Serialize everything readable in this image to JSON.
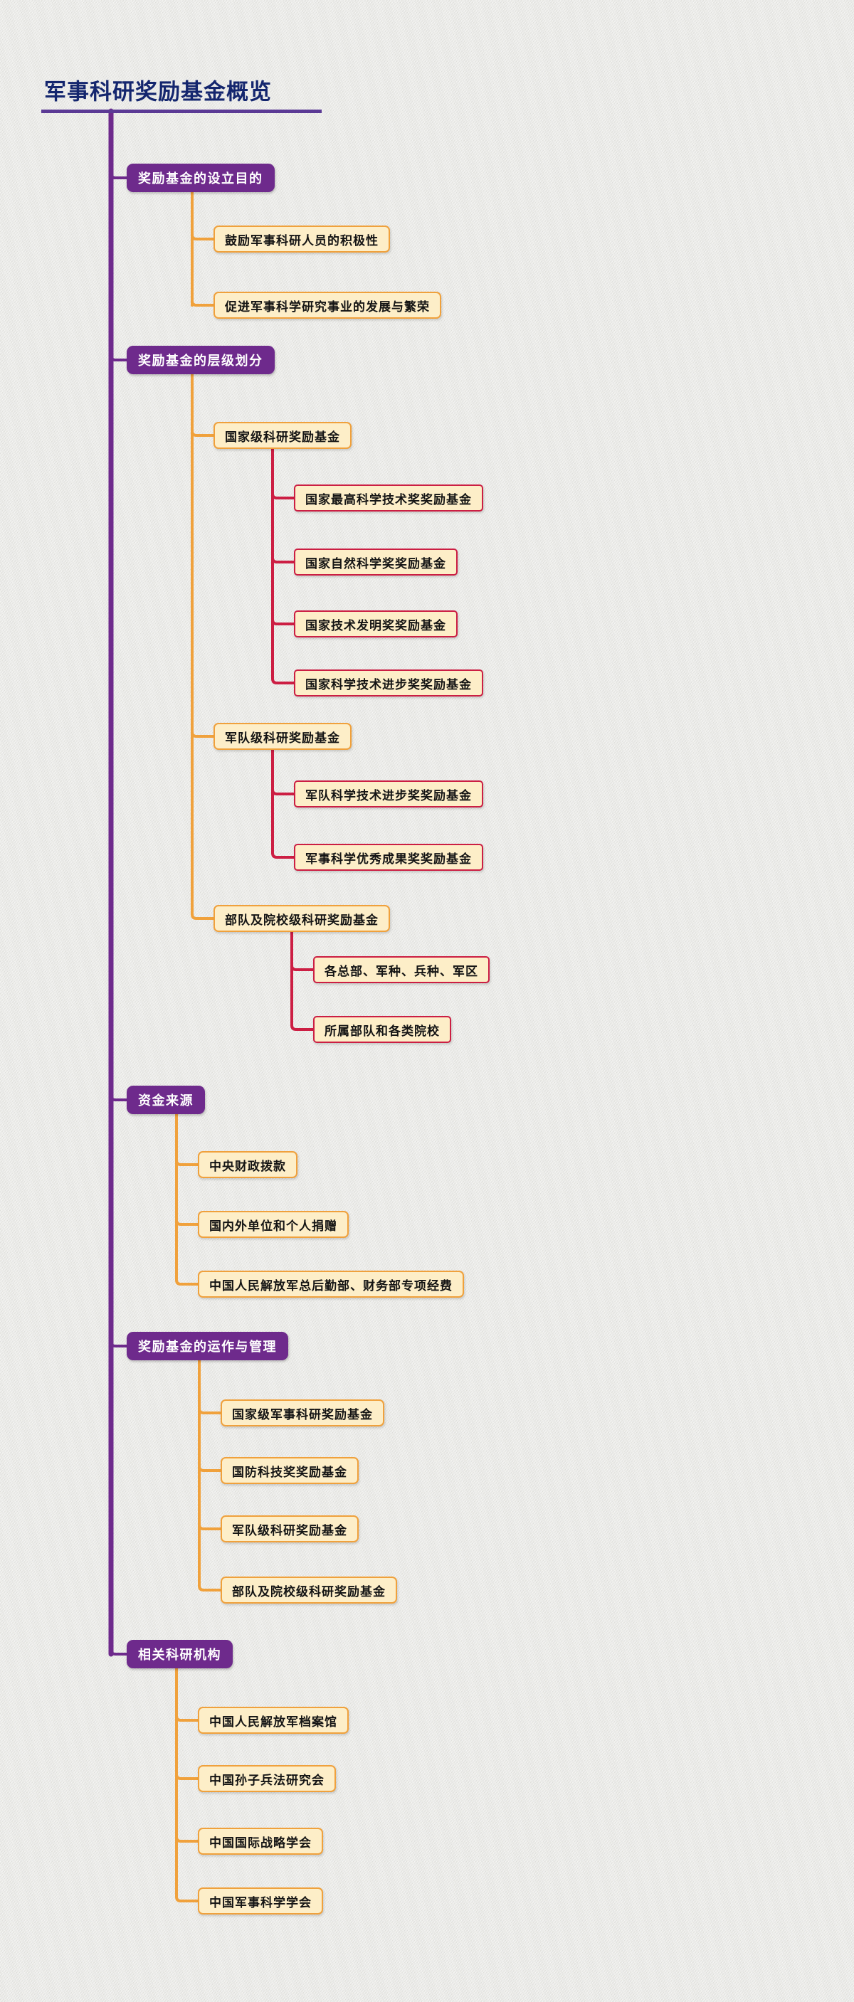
{
  "theme": {
    "background": "#e8e8e4",
    "title_color": "#14266e",
    "level1_fill": "#6e2a8c",
    "level1_text": "#ffffff",
    "level2_fill": "#fdeec8",
    "level2_border": "#f0a13c",
    "level3_fill": "#fdeec8",
    "level3_border": "#cc1e43",
    "trunk_color": "#6e2a8c"
  },
  "root": {
    "title": "军事科研奖励基金概览"
  },
  "branches": [
    {
      "label": "奖励基金的设立目的",
      "children": [
        {
          "label": "鼓励军事科研人员的积极性"
        },
        {
          "label": "促进军事科学研究事业的发展与繁荣"
        }
      ]
    },
    {
      "label": "奖励基金的层级划分",
      "children": [
        {
          "label": "国家级科研奖励基金",
          "children": [
            {
              "label": "国家最高科学技术奖奖励基金"
            },
            {
              "label": "国家自然科学奖奖励基金"
            },
            {
              "label": "国家技术发明奖奖励基金"
            },
            {
              "label": "国家科学技术进步奖奖励基金"
            }
          ]
        },
        {
          "label": "军队级科研奖励基金",
          "children": [
            {
              "label": "军队科学技术进步奖奖励基金"
            },
            {
              "label": "军事科学优秀成果奖奖励基金"
            }
          ]
        },
        {
          "label": "部队及院校级科研奖励基金",
          "children": [
            {
              "label": "各总部、军种、兵种、军区"
            },
            {
              "label": "所属部队和各类院校"
            }
          ]
        }
      ]
    },
    {
      "label": "资金来源",
      "children": [
        {
          "label": "中央财政拨款"
        },
        {
          "label": "国内外单位和个人捐赠"
        },
        {
          "label": "中国人民解放军总后勤部、财务部专项经费"
        }
      ]
    },
    {
      "label": "奖励基金的运作与管理",
      "children": [
        {
          "label": "国家级军事科研奖励基金"
        },
        {
          "label": "国防科技奖奖励基金"
        },
        {
          "label": "军队级科研奖励基金"
        },
        {
          "label": "部队及院校级科研奖励基金"
        }
      ]
    },
    {
      "label": "相关科研机构",
      "children": [
        {
          "label": "中国人民解放军档案馆"
        },
        {
          "label": "中国孙子兵法研究会"
        },
        {
          "label": "中国国际战略学会"
        },
        {
          "label": "中国军事科学学会"
        }
      ]
    }
  ]
}
